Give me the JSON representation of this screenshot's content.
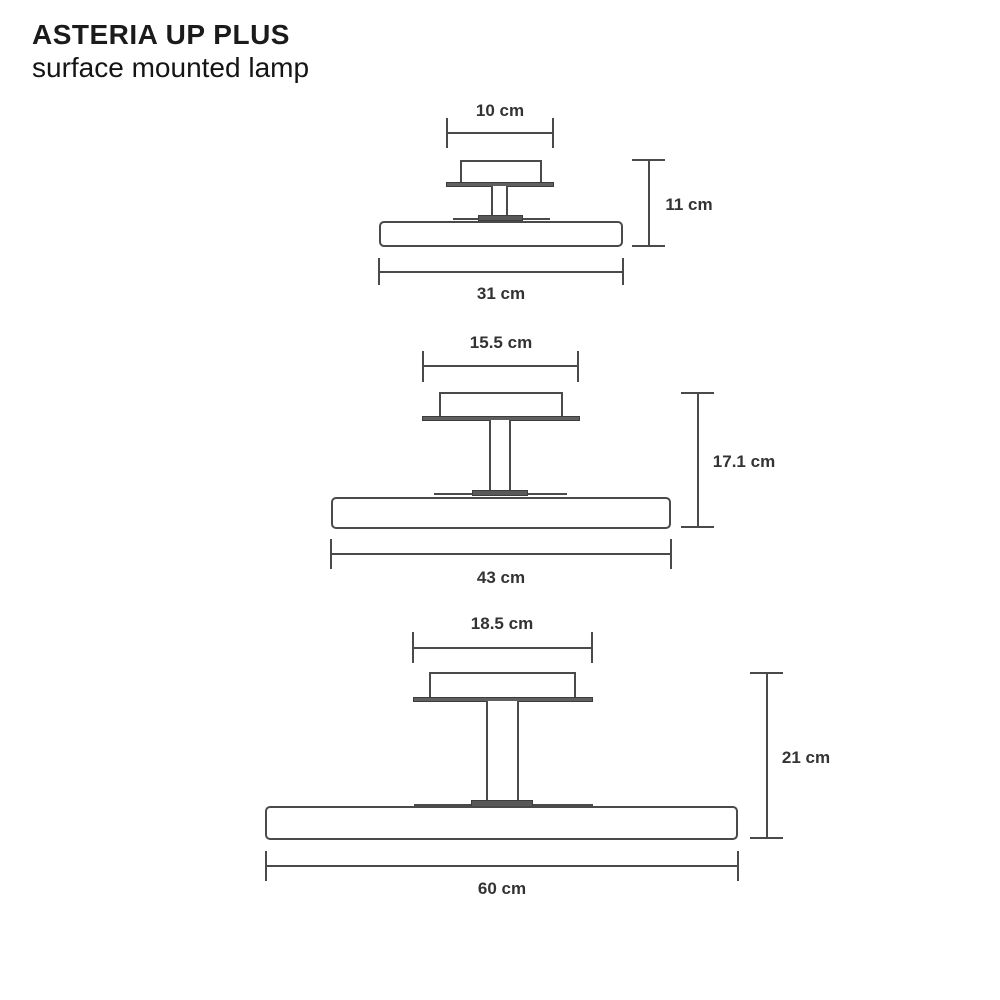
{
  "header": {
    "title": "ASTERIA UP PLUS",
    "subtitle": "surface mounted lamp"
  },
  "colors": {
    "background": "#ffffff",
    "line": "#4a4a4a",
    "plate_fill": "#606060",
    "text": "#333333",
    "title_text": "#1b1b1b"
  },
  "lamps": [
    {
      "size": "small",
      "canopy_width_label": "10 cm",
      "height_label": "11 cm",
      "diameter_label": "31 cm"
    },
    {
      "size": "medium",
      "canopy_width_label": "15.5 cm",
      "height_label": "17.1 cm",
      "diameter_label": "43 cm"
    },
    {
      "size": "large",
      "canopy_width_label": "18.5 cm",
      "height_label": "21 cm",
      "diameter_label": "60 cm"
    }
  ]
}
